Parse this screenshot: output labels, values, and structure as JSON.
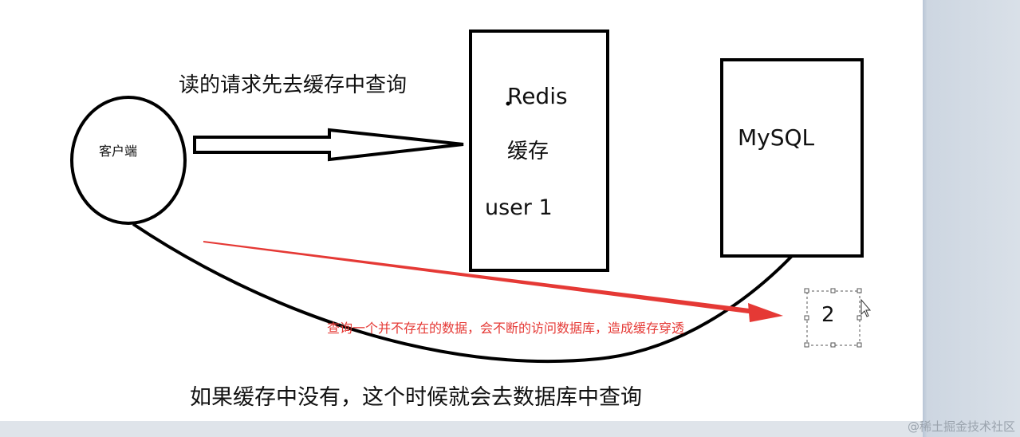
{
  "diagram": {
    "client_label": "客户端",
    "read_request_text": "读的请求先去缓存中查询",
    "redis_title": "Redis",
    "redis_subtitle": "缓存",
    "redis_entry": "user 1",
    "mysql_title": "MySQL",
    "cache_miss_text": "如果缓存中没有，这个时候就会去数据库中查询",
    "penetration_text": "查询一个并不存在的数据，会不断的访问数据库，造成缓存穿透",
    "selected_textbox_value": "2"
  },
  "watermark": "@稀土掘金技术社区",
  "colors": {
    "canvas": "#ffffff",
    "stroke": "#000000",
    "annotation_red": "#e53935",
    "side_panel": "#cdd6e1"
  }
}
